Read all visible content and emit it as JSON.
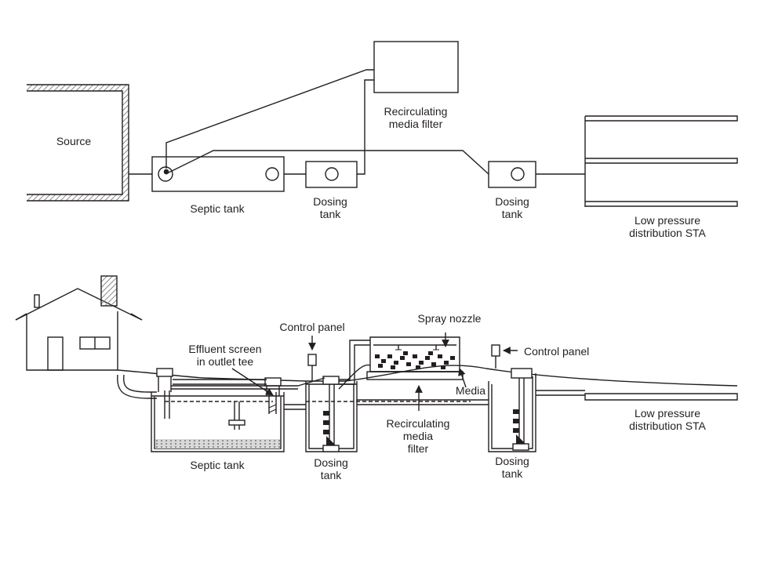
{
  "plan_view": {
    "source": "Source",
    "septic_tank": "Septic tank",
    "dosing_tank_1": [
      "Dosing",
      "tank"
    ],
    "recirculating_media_filter": [
      "Recirculating",
      "media filter"
    ],
    "dosing_tank_2": [
      "Dosing",
      "tank"
    ],
    "sta": [
      "Low pressure",
      "distribution STA"
    ]
  },
  "profile_view": {
    "control_panel_1": "Control panel",
    "effluent_screen": [
      "Effluent screen",
      "in outlet tee"
    ],
    "spray_nozzle": "Spray nozzle",
    "control_panel_2": "Control panel",
    "media": "Media",
    "recirculating_media_filter": [
      "Recirculating",
      "media",
      "filter"
    ],
    "septic_tank": "Septic tank",
    "dosing_tank_1": [
      "Dosing",
      "tank"
    ],
    "dosing_tank_2": [
      "Dosing",
      "tank"
    ],
    "sta": [
      "Low pressure",
      "distribution STA"
    ]
  },
  "colors": {
    "ink": "#231f20",
    "hatch": "#8a8a8a"
  }
}
